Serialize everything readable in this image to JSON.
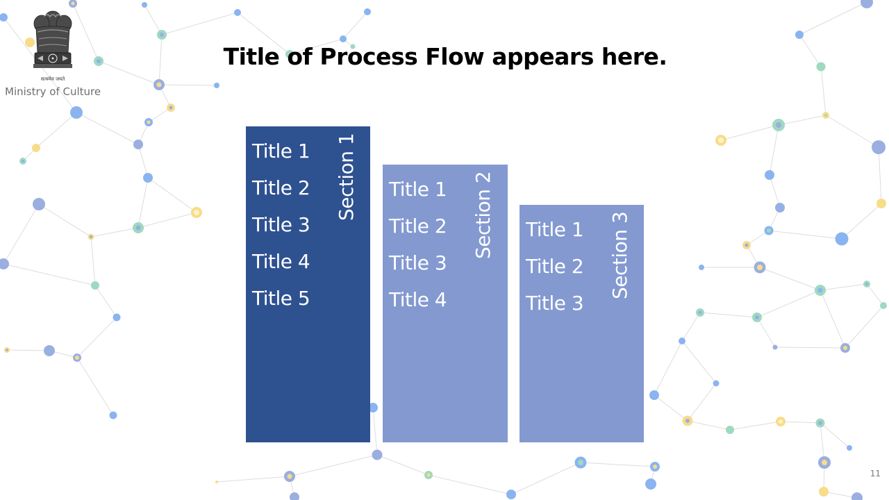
{
  "header": {
    "organization": "Ministry of Culture",
    "emblem_icon": "national-emblem-icon"
  },
  "slide": {
    "title": "Title of Process Flow appears here.",
    "page_number": "11"
  },
  "sections": [
    {
      "label": "Section 1",
      "color": "#2e5190",
      "items": [
        "Title 1",
        "Title 2",
        "Title 3",
        "Title 4",
        "Title 5"
      ]
    },
    {
      "label": "Section 2",
      "color": "#8399d0",
      "items": [
        "Title 1",
        "Title 2",
        "Title 3",
        "Title 4"
      ]
    },
    {
      "label": "Section 3",
      "color": "#8399d0",
      "items": [
        "Title 1",
        "Title 2",
        "Title 3"
      ]
    }
  ],
  "background": {
    "pattern_icon": "network-nodes-pattern",
    "node_colors": [
      "#8ab4f0",
      "#9fd9c0",
      "#f7dc8a",
      "#9aaee0"
    ]
  }
}
